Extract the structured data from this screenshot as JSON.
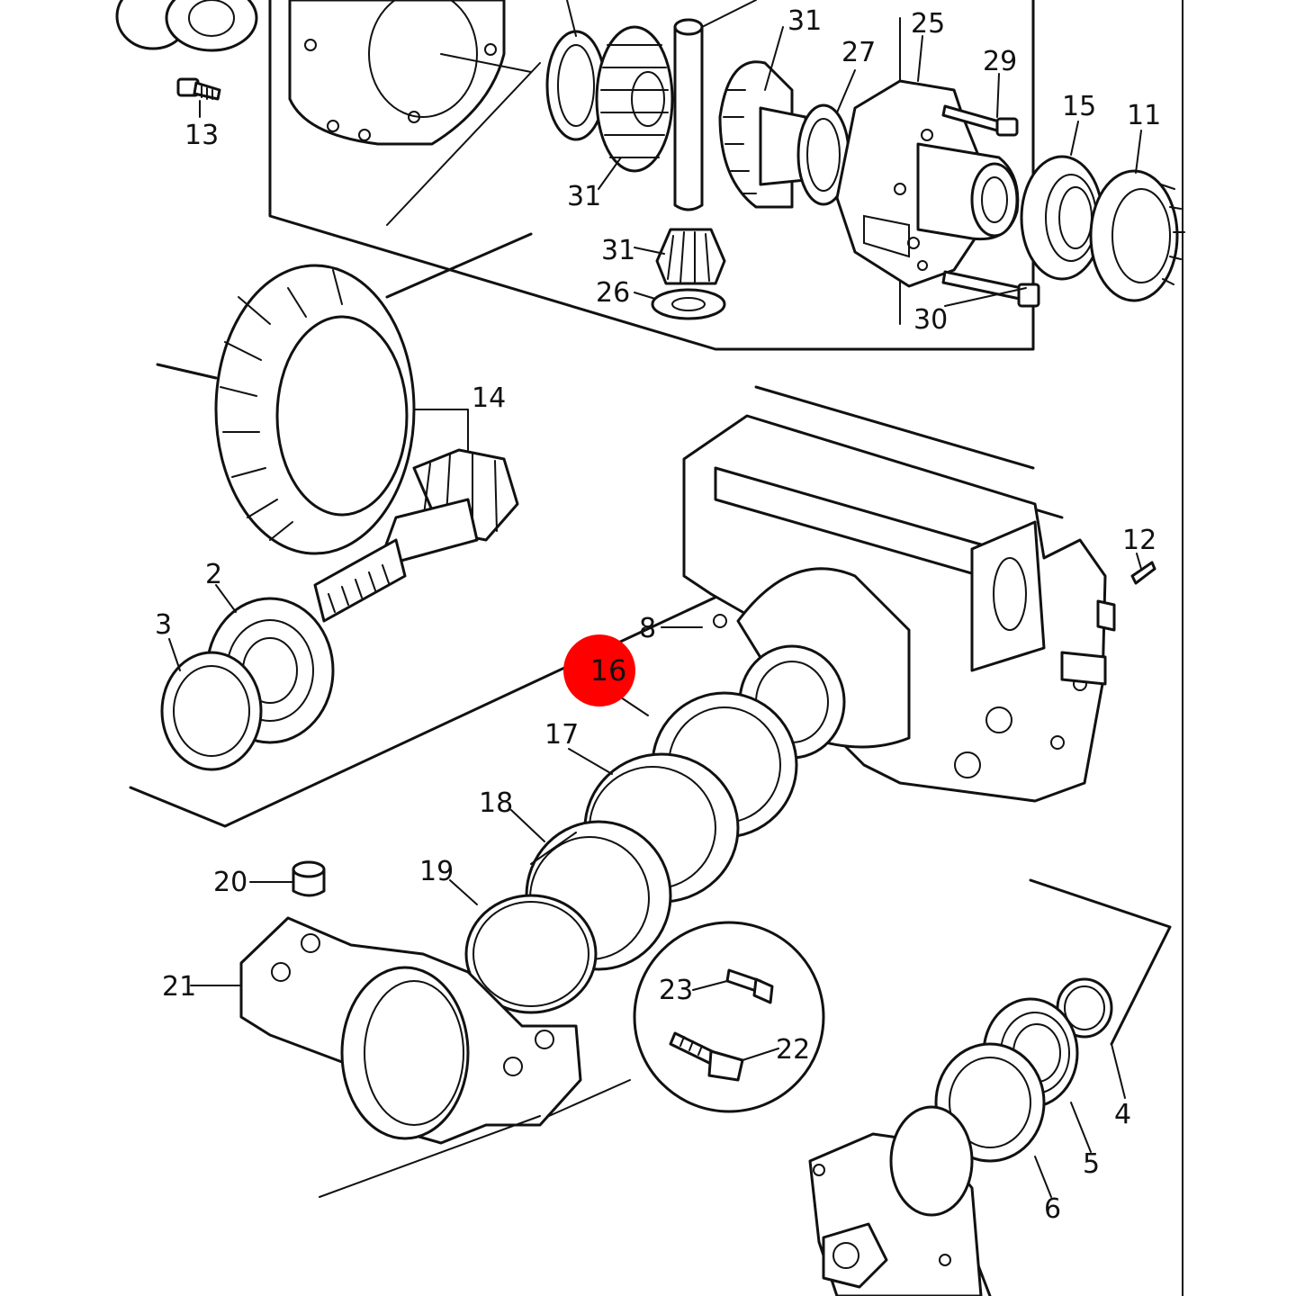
{
  "diagram": {
    "highlight_color": "#ff0000",
    "line_color": "#111111",
    "highlighted_label": "16",
    "labels": {
      "l13": "13",
      "l31a": "31",
      "l25": "25",
      "l27": "27",
      "l29": "29",
      "l15": "15",
      "l11": "11",
      "l31b": "31",
      "l31c": "31",
      "l26": "26",
      "l30": "30",
      "l14": "14",
      "l12": "12",
      "l2": "2",
      "l3": "3",
      "l8": "8",
      "l17": "17",
      "l18": "18",
      "l19": "19",
      "l20": "20",
      "l21": "21",
      "l23": "23",
      "l22": "22",
      "l4": "4",
      "l5": "5",
      "l6": "6"
    }
  }
}
